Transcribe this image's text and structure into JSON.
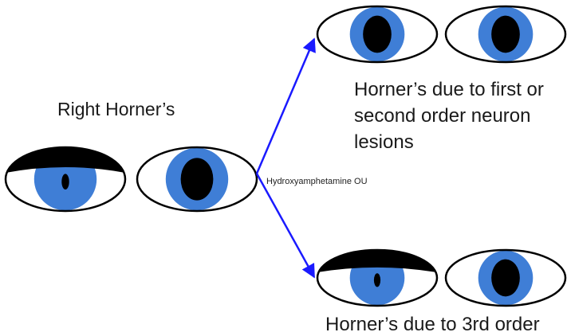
{
  "title": "Right Horner’s",
  "drug": "Hydroxyamphetamine OU",
  "outcome_top": {
    "line1": "Horner’s due to first or",
    "line2": "second order neuron",
    "line3": "lesions"
  },
  "outcome_bottom": "Horner’s due to 3rd order",
  "colors": {
    "iris": "#3f7ed6",
    "pupil": "#000000",
    "eyelid": "#000000",
    "arrow": "#1a1aff",
    "outline": "#000000"
  },
  "eyes": {
    "initial": {
      "right": {
        "ptosis": true,
        "pupil": "small"
      },
      "left": {
        "ptosis": false,
        "pupil": "large"
      }
    },
    "after_first_second_order": {
      "right": {
        "ptosis": false,
        "pupil": "large"
      },
      "left": {
        "ptosis": false,
        "pupil": "large"
      }
    },
    "after_third_order": {
      "right": {
        "ptosis": true,
        "pupil": "small"
      },
      "left": {
        "ptosis": false,
        "pupil": "large"
      }
    }
  }
}
